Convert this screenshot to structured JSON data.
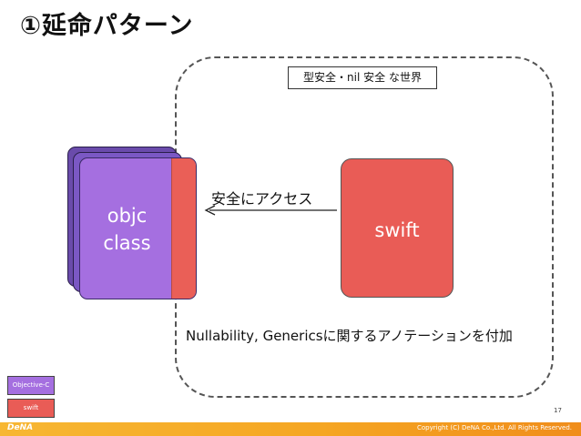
{
  "slide": {
    "title": "①延命パターン",
    "page_number": "17",
    "copyright": "Copyright (C) DeNA Co.,Ltd. All Rights Reserved.",
    "logo": "DeNA"
  },
  "diagram": {
    "region_label": "型安全・nil 安全 な世界",
    "objc_line1": "objc",
    "objc_line2": "class",
    "swift_label": "swift",
    "arrow_label": "安全にアクセス",
    "annotation": "Nullability, Genericsに関するアノテーションを付加"
  },
  "legend": {
    "objc": "Objective-C",
    "swift": "swift"
  },
  "colors": {
    "objc_purple": "#a56fe0",
    "swift_red": "#e95c56",
    "footer_orange": "#f5a623"
  }
}
